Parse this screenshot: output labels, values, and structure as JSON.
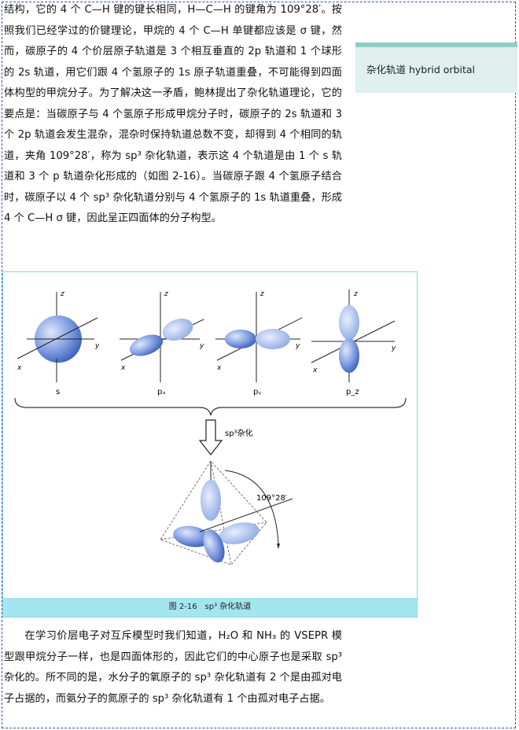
{
  "body_text": {
    "paragraph1": "结构，它的 4 个 C—H 键的键长相同，H—C—H 的键角为 109°28′。按照我们已经学过的价键理论，甲烷的 4 个 C—H 单键都应该是 σ 键，然而，碳原子的 4 个价层原子轨道是 3 个相互垂直的 2p 轨道和 1 个球形的 2s 轨道，用它们跟 4 个氢原子的 1s 原子轨道重叠，不可能得到四面体构型的甲烷分子。为了解决这一矛盾，鲍林提出了杂化轨道理论，它的要点是：当碳原子与 4 个氢原子形成甲烷分子时，碳原子的 2s 轨道和 3 个 2p 轨道会发生混杂，混杂时保持轨道总数不变，却得到 4 个相同的轨道，夹角 109°28′，称为 sp³ 杂化轨道，表示这 4 个轨道是由 1 个 s 轨道和 3 个 p 轨道杂化形成的（如图 2-16）。当碳原子跟 4 个氢原子结合时，碳原子以 4 个 sp³ 杂化轨道分别与 4 个氢原子的 1s 轨道重叠，形成 4 个 C—H σ 键，因此呈正四面体的分子构型。",
    "paragraph2": "在学习价层电子对互斥模型时我们知道，H₂O 和 NH₃ 的 VSEPR 模型跟甲烷分子一样，也是四面体形的，因此它们的中心原子也是采取 sp³ 杂化的。所不同的是，水分子的氧原子的 sp³ 杂化轨道有 2 个是由孤对电子占据的，而氨分子的氮原子的 sp³ 杂化轨道有 1 个由孤对电子占据。"
  },
  "sidebar": {
    "term": "杂化轨道 hybrid orbital"
  },
  "figure": {
    "caption": "图 2-16　sp³ 杂化轨道",
    "orbital_labels": [
      "s",
      "pₓ",
      "pᵧ",
      "p_z"
    ],
    "axis_labels": {
      "x": "x",
      "y": "y",
      "z": "z"
    },
    "arrow_label": "sp³杂化",
    "angle_label": "109°28′",
    "colors": {
      "lobe": "#5b7fd0",
      "lobe_light": "#c9d6f2",
      "caption_bg": "#a4e6f0"
    }
  }
}
